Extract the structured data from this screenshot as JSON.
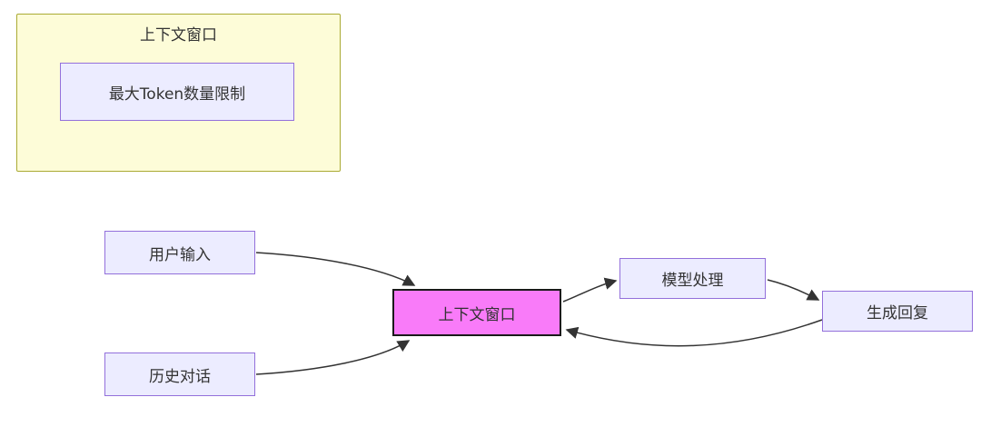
{
  "diagram": {
    "subgraph": {
      "title": "上下文窗口",
      "node_label": "最大Token数量限制"
    },
    "flow_nodes": [
      {
        "id": "user-input",
        "label": "用户输入"
      },
      {
        "id": "history-dialog",
        "label": "历史对话"
      },
      {
        "id": "context-window",
        "label": "上下文窗口"
      },
      {
        "id": "model-process",
        "label": "模型处理"
      },
      {
        "id": "generate-reply",
        "label": "生成回复"
      }
    ],
    "edges": [
      {
        "from": "用户输入",
        "to": "上下文窗口"
      },
      {
        "from": "历史对话",
        "to": "上下文窗口"
      },
      {
        "from": "上下文窗口",
        "to": "模型处理"
      },
      {
        "from": "模型处理",
        "to": "生成回复"
      },
      {
        "from": "生成回复",
        "to": "上下文窗口"
      }
    ],
    "colors": {
      "subgraph_fill": "#fdfcd8",
      "subgraph_border": "#aaaa33",
      "node_fill": "#ececff",
      "node_border": "#9370db",
      "highlight_fill": "#f97bf9",
      "highlight_border": "#1a1a1a",
      "edge_color": "#333333"
    }
  }
}
